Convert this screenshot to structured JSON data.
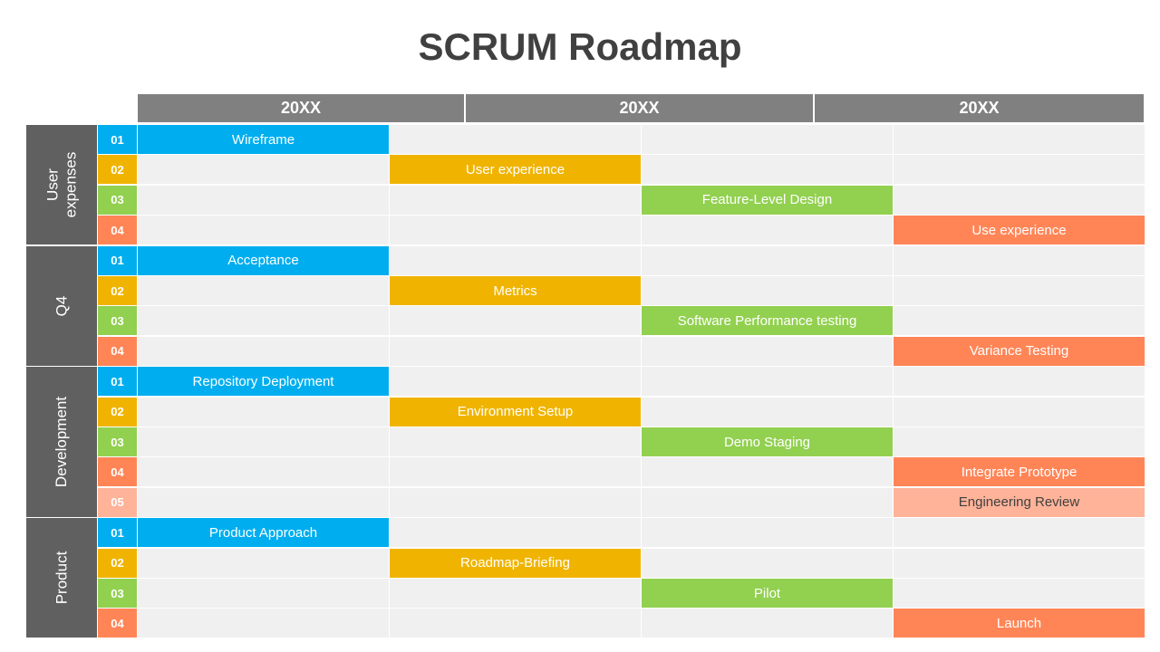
{
  "title": "SCRUM Roadmap",
  "years": [
    "20XX",
    "20XX",
    "20XX"
  ],
  "colors": {
    "blue": "#00aeef",
    "yellow": "#f0b400",
    "green": "#92d050",
    "orange": "#ff8557",
    "peach": "#ffb399",
    "group_bg": "#606060",
    "header_bg": "#808080",
    "cell_bg": "#f0f0f0"
  },
  "groups": [
    {
      "label": "User\nexpenses",
      "rows": [
        {
          "num": "01",
          "task": "Wireframe",
          "col": 0,
          "color": "#00aeef"
        },
        {
          "num": "02",
          "task": "User experience",
          "col": 1,
          "color": "#f0b400"
        },
        {
          "num": "03",
          "task": "Feature-Level Design",
          "col": 2,
          "color": "#92d050"
        },
        {
          "num": "04",
          "task": "Use experience",
          "col": 3,
          "color": "#ff8557"
        }
      ]
    },
    {
      "label": "Q4",
      "rows": [
        {
          "num": "01",
          "task": "Acceptance",
          "col": 0,
          "color": "#00aeef"
        },
        {
          "num": "02",
          "task": "Metrics",
          "col": 1,
          "color": "#f0b400"
        },
        {
          "num": "03",
          "task": "Software Performance testing",
          "col": 2,
          "color": "#92d050"
        },
        {
          "num": "04",
          "task": "Variance Testing",
          "col": 3,
          "color": "#ff8557"
        }
      ]
    },
    {
      "label": "Development",
      "rows": [
        {
          "num": "01",
          "task": "Repository Deployment",
          "col": 0,
          "color": "#00aeef"
        },
        {
          "num": "02",
          "task": "Environment Setup",
          "col": 1,
          "color": "#f0b400"
        },
        {
          "num": "03",
          "task": "Demo Staging",
          "col": 2,
          "color": "#92d050"
        },
        {
          "num": "04",
          "task": "Integrate Prototype",
          "col": 3,
          "color": "#ff8557"
        },
        {
          "num": "05",
          "task": "Engineering Review",
          "col": 3,
          "color": "#ffb399"
        }
      ]
    },
    {
      "label": "Product",
      "rows": [
        {
          "num": "01",
          "task": "Product Approach",
          "col": 0,
          "color": "#00aeef"
        },
        {
          "num": "02",
          "task": "Roadmap-Briefing",
          "col": 1,
          "color": "#f0b400"
        },
        {
          "num": "03",
          "task": "Pilot",
          "col": 2,
          "color": "#92d050"
        },
        {
          "num": "04",
          "task": "Launch",
          "col": 3,
          "color": "#ff8557"
        }
      ]
    }
  ]
}
